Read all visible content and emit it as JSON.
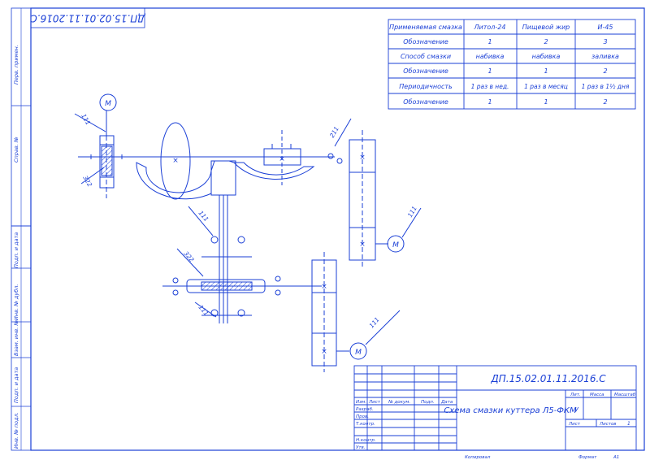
{
  "colors": {
    "frame": "#1a3fd6",
    "line": "#1a3fd6",
    "text": "#1a3fd6",
    "hatch": "#1a3fd6",
    "background": "#ffffff"
  },
  "top_stamp": "ДП.15.02.01.11.2016.С",
  "left_strip": {
    "perv_primen": "Перв. примен.",
    "sprav_no": "Справ. №",
    "podp_data_1": "Подп. и дата",
    "inv_dubl": "Инв. № дубл.",
    "vzam_inv": "Взам. инв. №",
    "podp_data_2": "Подп. и дата",
    "inv_podl": "Инв. № подл."
  },
  "lubrication_table": {
    "rows": [
      [
        "Применяемая смазка",
        "Литол-24",
        "Пищевой жир",
        "И-45"
      ],
      [
        "Обозначение",
        "1",
        "2",
        "3"
      ],
      [
        "Способ смазки",
        "набивка",
        "набивка",
        "заливка"
      ],
      [
        "Обозначение",
        "1",
        "1",
        "2"
      ],
      [
        "Периодичность",
        "1 раз в нед.",
        "1 раз в месяц",
        "1 раз в 1½ дня"
      ],
      [
        "Обозначение",
        "1",
        "1",
        "2"
      ]
    ]
  },
  "diagram": {
    "motor_symbol": "М",
    "callouts": [
      "111",
      "322",
      "211",
      "111",
      "111",
      "322",
      "111",
      "111"
    ]
  },
  "title_block": {
    "designation": "ДП.15.02.01.11.2016.С",
    "drawing_name": "Схема смазки куттера Л5-ФКМ",
    "col_headers": [
      "Изм.",
      "Лист",
      "№ докум.",
      "Подп.",
      "Дата"
    ],
    "roles": [
      "Разраб.",
      "Пров.",
      "Т.контр.",
      "",
      "Н.контр.",
      "Утв."
    ],
    "lit_label": "Лит.",
    "massa_label": "Масса",
    "masshtab_label": "Масштаб",
    "lit_value": "У",
    "sheet_label": "Лист",
    "sheets_label": "Листов",
    "sheets_value": "1",
    "copied_label": "Копировал",
    "format_label": "Формат",
    "format_value": "А1"
  }
}
